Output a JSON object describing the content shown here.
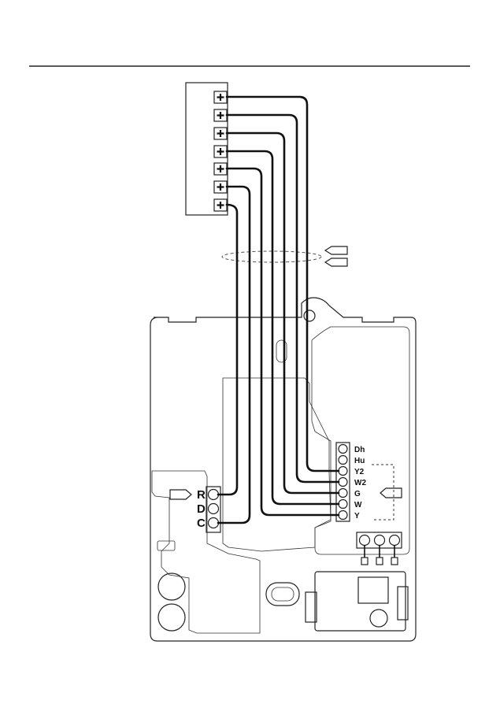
{
  "equipment_terminals_left": {
    "labels": [
      "R",
      "D",
      "C"
    ]
  },
  "equipment_terminals_right": {
    "labels": [
      "Dh",
      "Hu",
      "Y2",
      "W2",
      "G",
      "W",
      "Y"
    ]
  },
  "colors": {
    "line": "#111111",
    "background": "#ffffff"
  }
}
